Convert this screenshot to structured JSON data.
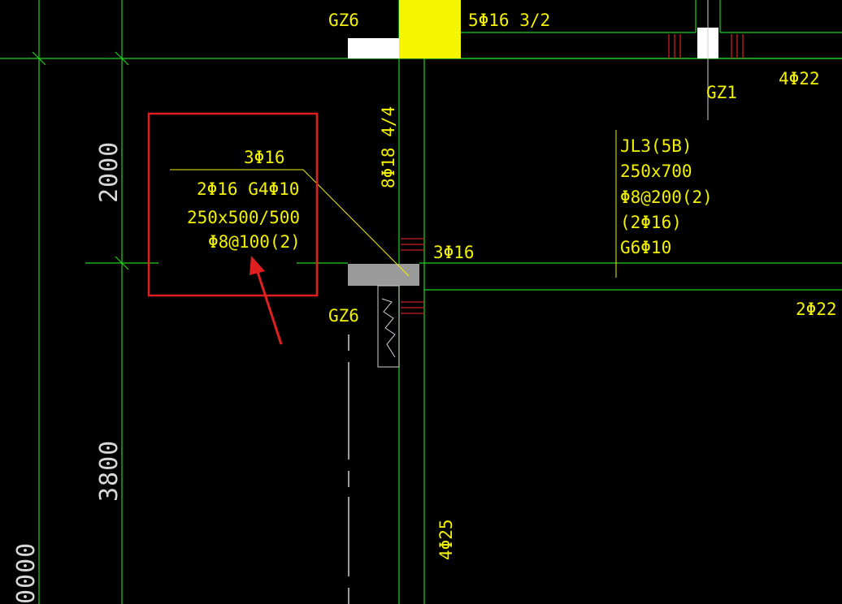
{
  "colors": {
    "background": "#000000",
    "grid_line": "#1fd21f",
    "label": "#f2f200",
    "dimension": "#d8d8d8",
    "highlight_box": "#e02020",
    "column_fill": "#f5f500",
    "rebar_tick": "#cc1f1f",
    "wall_white": "#ffffff",
    "column_gray": "#9a9a9a"
  },
  "labels": {
    "gz6_top": "GZ6",
    "beam_top_rebar": "5Φ16 3/2",
    "gz1": "GZ1",
    "rebar_4d22": "4Φ22",
    "vertical_rebar": "8Φ18 4/4",
    "jl3_name": "JL3(5B)",
    "jl3_section": "250x700",
    "jl3_stirrup": "Φ8@200(2)",
    "jl3_top": "(2Φ16)",
    "jl3_side": "G6Φ10",
    "rebar_3d16_right": "3Φ16",
    "gz6_mid": "GZ6",
    "rebar_2d22": "2Φ22",
    "rebar_4d25": "4Φ25"
  },
  "highlight_box": {
    "top_rebar": "3Φ16",
    "bottom_and_side": "2Φ16 G4Φ10",
    "section": "250x500/500",
    "stirrup": "Φ8@100(2)"
  },
  "dimensions": {
    "d_2000": "2000",
    "d_3800": "3800",
    "d_partial": "0000"
  }
}
